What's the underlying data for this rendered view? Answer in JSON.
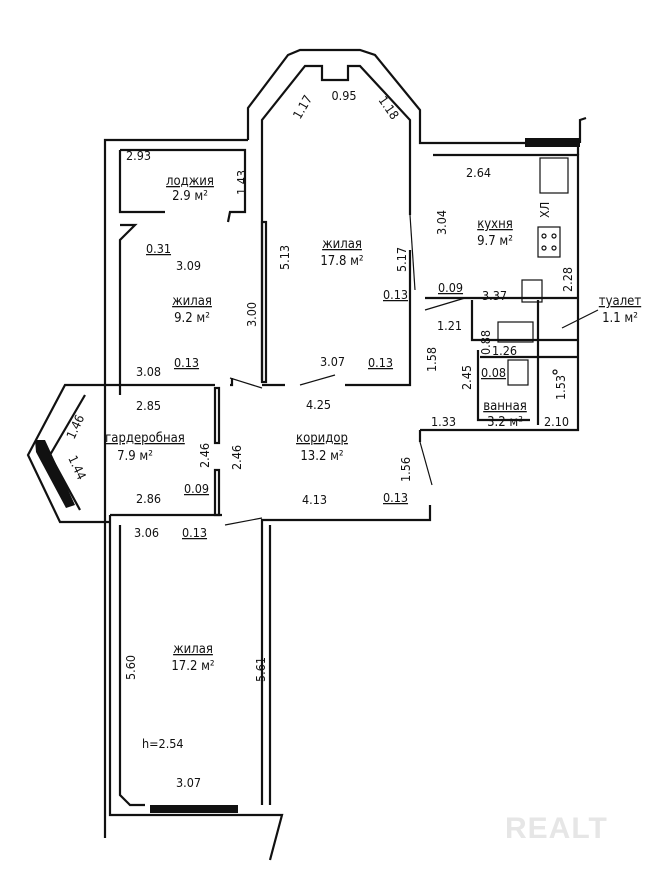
{
  "rooms": {
    "loggia": {
      "name": "лоджия",
      "area": "2.9 м²"
    },
    "living_center": {
      "name": "жилая",
      "area": "17.8 м²"
    },
    "kitchen": {
      "name": "кухня",
      "area": "9.7 м²"
    },
    "toilet": {
      "name": "туалет",
      "area": "1.1 м²"
    },
    "living_small": {
      "name": "жилая",
      "area": "9.2 м²"
    },
    "bathroom": {
      "name": "ванная",
      "area": "3.2 м²"
    },
    "wardrobe": {
      "name": "гардеробная",
      "area": "7.9 м²"
    },
    "corridor": {
      "name": "коридор",
      "area": "13.2 м²"
    },
    "living_bottom": {
      "name": "жилая",
      "area": "17.2 м²"
    }
  },
  "dimensions": {
    "bay_top": "0.95",
    "bay_left": "1.17",
    "bay_right": "1.18",
    "loggia_w": "2.93",
    "loggia_h": "1.43",
    "loggia_door": "0.31",
    "small_top": "3.09",
    "small_h": "3.00",
    "small_bottom": "3.08",
    "small_wall": "0.13",
    "center_left": "5.13",
    "center_right": "5.17",
    "center_bottom": "3.07",
    "center_wall": "0.13",
    "center_wall2": "0.13",
    "kitchen_top": "2.64",
    "kitchen_h": "3.04",
    "kitchen_right": "2.28",
    "kitchen_bottom": "3.37",
    "kitchen_wall": "0.09",
    "corr_1_21": "1.21",
    "corr_1_58": "1.58",
    "corr_top": "4.25",
    "corr_h": "2.46",
    "corr_bottom": "4.13",
    "corr_1_56": "1.56",
    "corr_wall": "0.13",
    "corr_1_33": "1.33",
    "bath_0_88": "0.88",
    "bath_1_26": "1.26",
    "bath_2_45": "2.45",
    "bath_0_08": "0.08",
    "toilet_h": "1.53",
    "toilet_w": "2.10",
    "ward_top": "2.85",
    "ward_bottom": "2.86",
    "ward_bay1": "1.46",
    "ward_bay2": "1.44",
    "ward_h": "2.46",
    "ward_wall": "0.09",
    "ward_wall2": "0.13",
    "bed_top": "3.06",
    "bed_left": "5.60",
    "bed_right": "5.61",
    "bed_bottom": "3.07",
    "height": "h=2.54"
  },
  "fixtures": {
    "fridge_mark": "ХЛ"
  },
  "watermark": "REALT"
}
